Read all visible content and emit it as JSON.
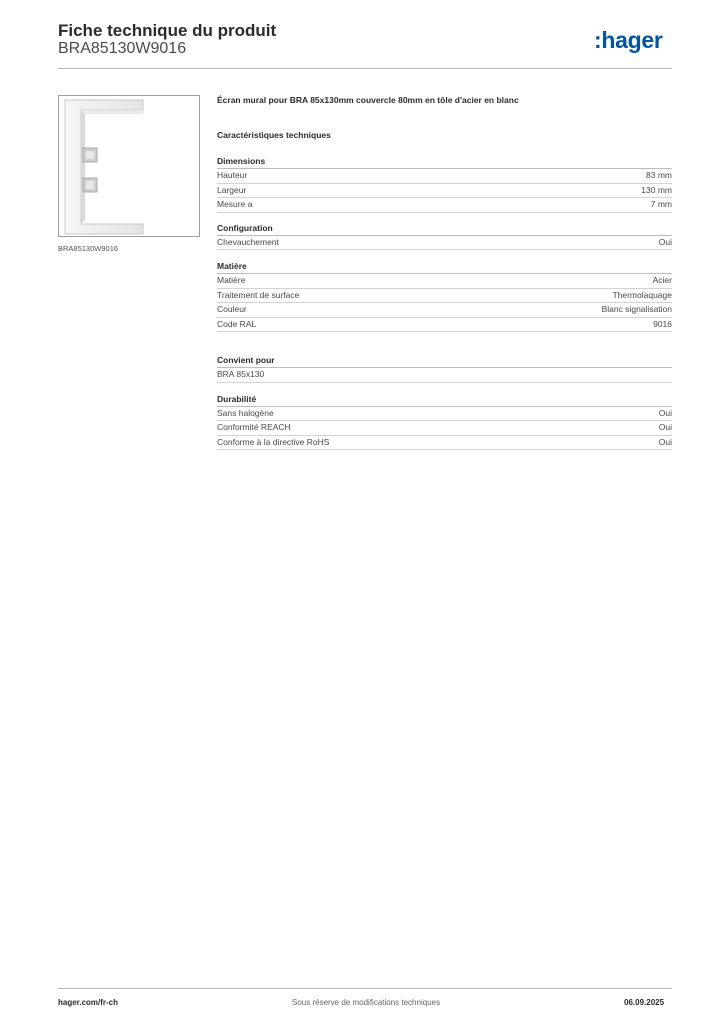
{
  "header": {
    "title": "Fiche technique du produit",
    "product_code": "BRA85130W9016",
    "logo_text": ":hager",
    "logo_color": "#0055a5"
  },
  "product_image": {
    "icon": "wall-cover-plate-image",
    "caption": "BRA85130W9016"
  },
  "description": "Écran mural pour BRA 85x130mm couvercle 80mm en tôle d'acier en blanc",
  "tech_title": "Caractéristiques techniques",
  "sections": [
    {
      "title": "Dimensions",
      "rows": [
        {
          "label": "Hauteur",
          "value": "83 mm"
        },
        {
          "label": "Largeur",
          "value": "130 mm"
        },
        {
          "label": "Mesure a",
          "value": "7 mm"
        }
      ]
    },
    {
      "title": "Configuration",
      "rows": [
        {
          "label": "Chevauchement",
          "value": "Oui"
        }
      ]
    },
    {
      "title": "Matière",
      "rows": [
        {
          "label": "Matière",
          "value": "Acier"
        },
        {
          "label": "Traitement de surface",
          "value": "Thermolaquage"
        },
        {
          "label": "Couleur",
          "value": "Blanc signalisation"
        },
        {
          "label": "Code RAL",
          "value": "9016"
        }
      ]
    },
    {
      "title": "Convient pour",
      "rows": [
        {
          "label": "BRA 85x130",
          "value": ""
        }
      ]
    },
    {
      "title": "Durabilité",
      "rows": [
        {
          "label": "Sans halogène",
          "value": "Oui"
        },
        {
          "label": "Conformité REACH",
          "value": "Oui"
        },
        {
          "label": "Conforme à la directive RoHS",
          "value": "Oui"
        }
      ]
    }
  ],
  "footer": {
    "website": "hager.com/fr-ch",
    "disclaimer": "Sous réserve de modifications techniques",
    "date": "06.09.2025"
  }
}
